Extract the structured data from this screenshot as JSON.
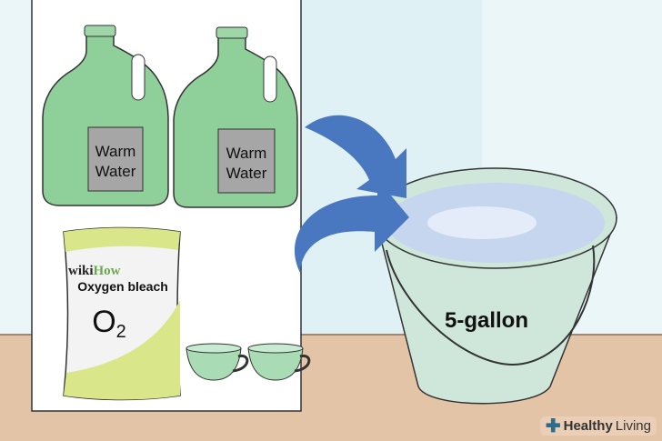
{
  "jugs": [
    {
      "label_line1": "Warm",
      "label_line2": "Water"
    },
    {
      "label_line1": "Warm",
      "label_line2": "Water"
    }
  ],
  "bag": {
    "brand": "wikiHow",
    "brand_part1": "wiki",
    "brand_part2": "How",
    "product": "Oxygen bleach",
    "formula": "O",
    "formula_sub": "2"
  },
  "bucket": {
    "label": "5-gallon"
  },
  "watermark": {
    "bold": "Healthy",
    "regular": "Living"
  },
  "colors": {
    "arrow": "#4a78c0",
    "liquid": "#8fcf9a",
    "floor": "#e3c4a7",
    "bucket": "#cfe6da"
  }
}
